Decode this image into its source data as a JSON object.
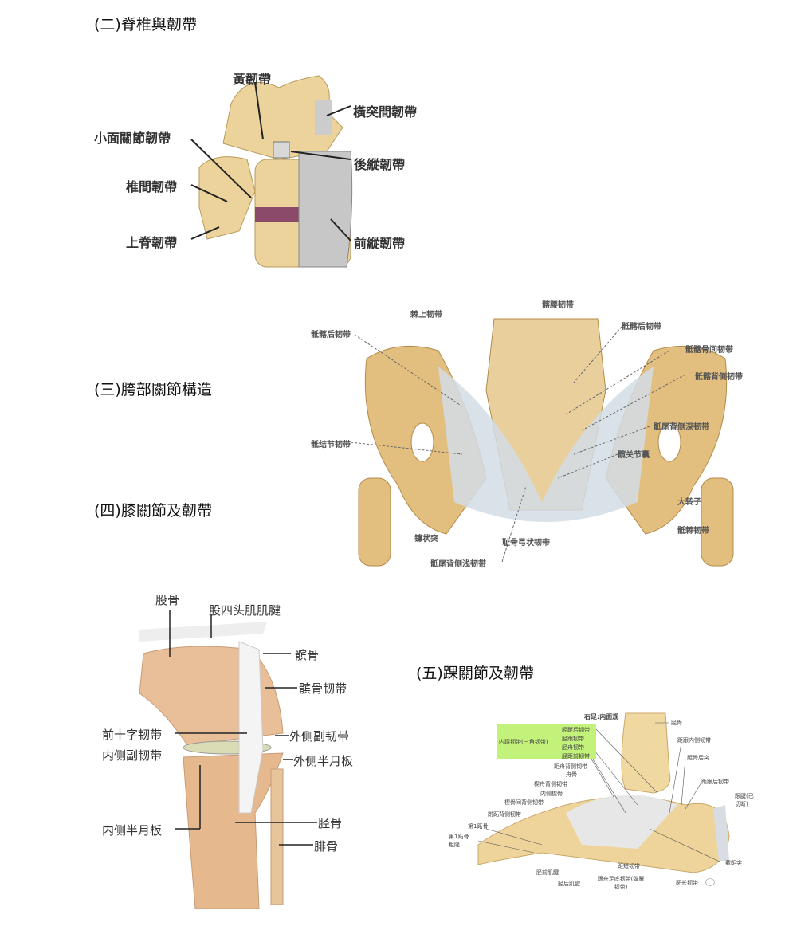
{
  "sections": [
    {
      "heading": "(二)脊椎與韌帶"
    },
    {
      "heading": "(三)胯部關節構造"
    },
    {
      "heading": "(四)膝關節及韌帶"
    },
    {
      "heading": "(五)踝關節及韌帶"
    }
  ],
  "spine_figure": {
    "labels": [
      "黃韌帶",
      "橫突間韌帶",
      "小面關節韌帶",
      "後縱韌帶",
      "椎間韌帶",
      "上脊韌帶",
      "前縱韌帶"
    ]
  },
  "pelvis_figure": {
    "labels": [
      "棘上韧带",
      "髂腰韧带",
      "骶髂后韧带",
      "骶髂后韧带",
      "骶髂骨间韧带",
      "骶髂背侧韧带",
      "骶尾背侧深韧带",
      "骶结节韧带",
      "髋关节囊",
      "大转子",
      "骶棘韧带",
      "镰状突",
      "耻骨弓状韧带",
      "骶尾背侧浅韧带"
    ]
  },
  "knee_figure": {
    "labels": [
      "股骨",
      "股四头肌肌腱",
      "髌骨",
      "髌骨韧带",
      "前十字韧带",
      "外侧副韧带",
      "内侧副韧带",
      "外侧半月板",
      "内侧半月板",
      "胫骨",
      "腓骨"
    ]
  },
  "ankle_figure": {
    "title": "右足:内面观",
    "group_label": "内踝韧带(三角韧带)",
    "group_items": [
      "胫距后韧带",
      "胫跟韧带",
      "胫舟韧带",
      "胫距前韧带"
    ],
    "labels": [
      "胫骨",
      "距跟内侧韧带",
      "距骨后突",
      "距跟后韧带",
      "跟腱(已切断)",
      "距舟背侧韧带",
      "舟骨",
      "楔舟背侧韧带",
      "内侧楔骨",
      "楔骨间背侧韧带",
      "跗跖背侧韧带",
      "第1跖骨",
      "第1跖骨粗隆",
      "载距突",
      "胫前肌腱",
      "胫后肌腱",
      "跟舟足底韧带(弹簧韧带)",
      "距短韧带",
      "跖长韧带"
    ]
  },
  "colors": {
    "bone": "#e6c68a",
    "ligament": "#d5dde6",
    "highlight": "#c3f27a"
  }
}
